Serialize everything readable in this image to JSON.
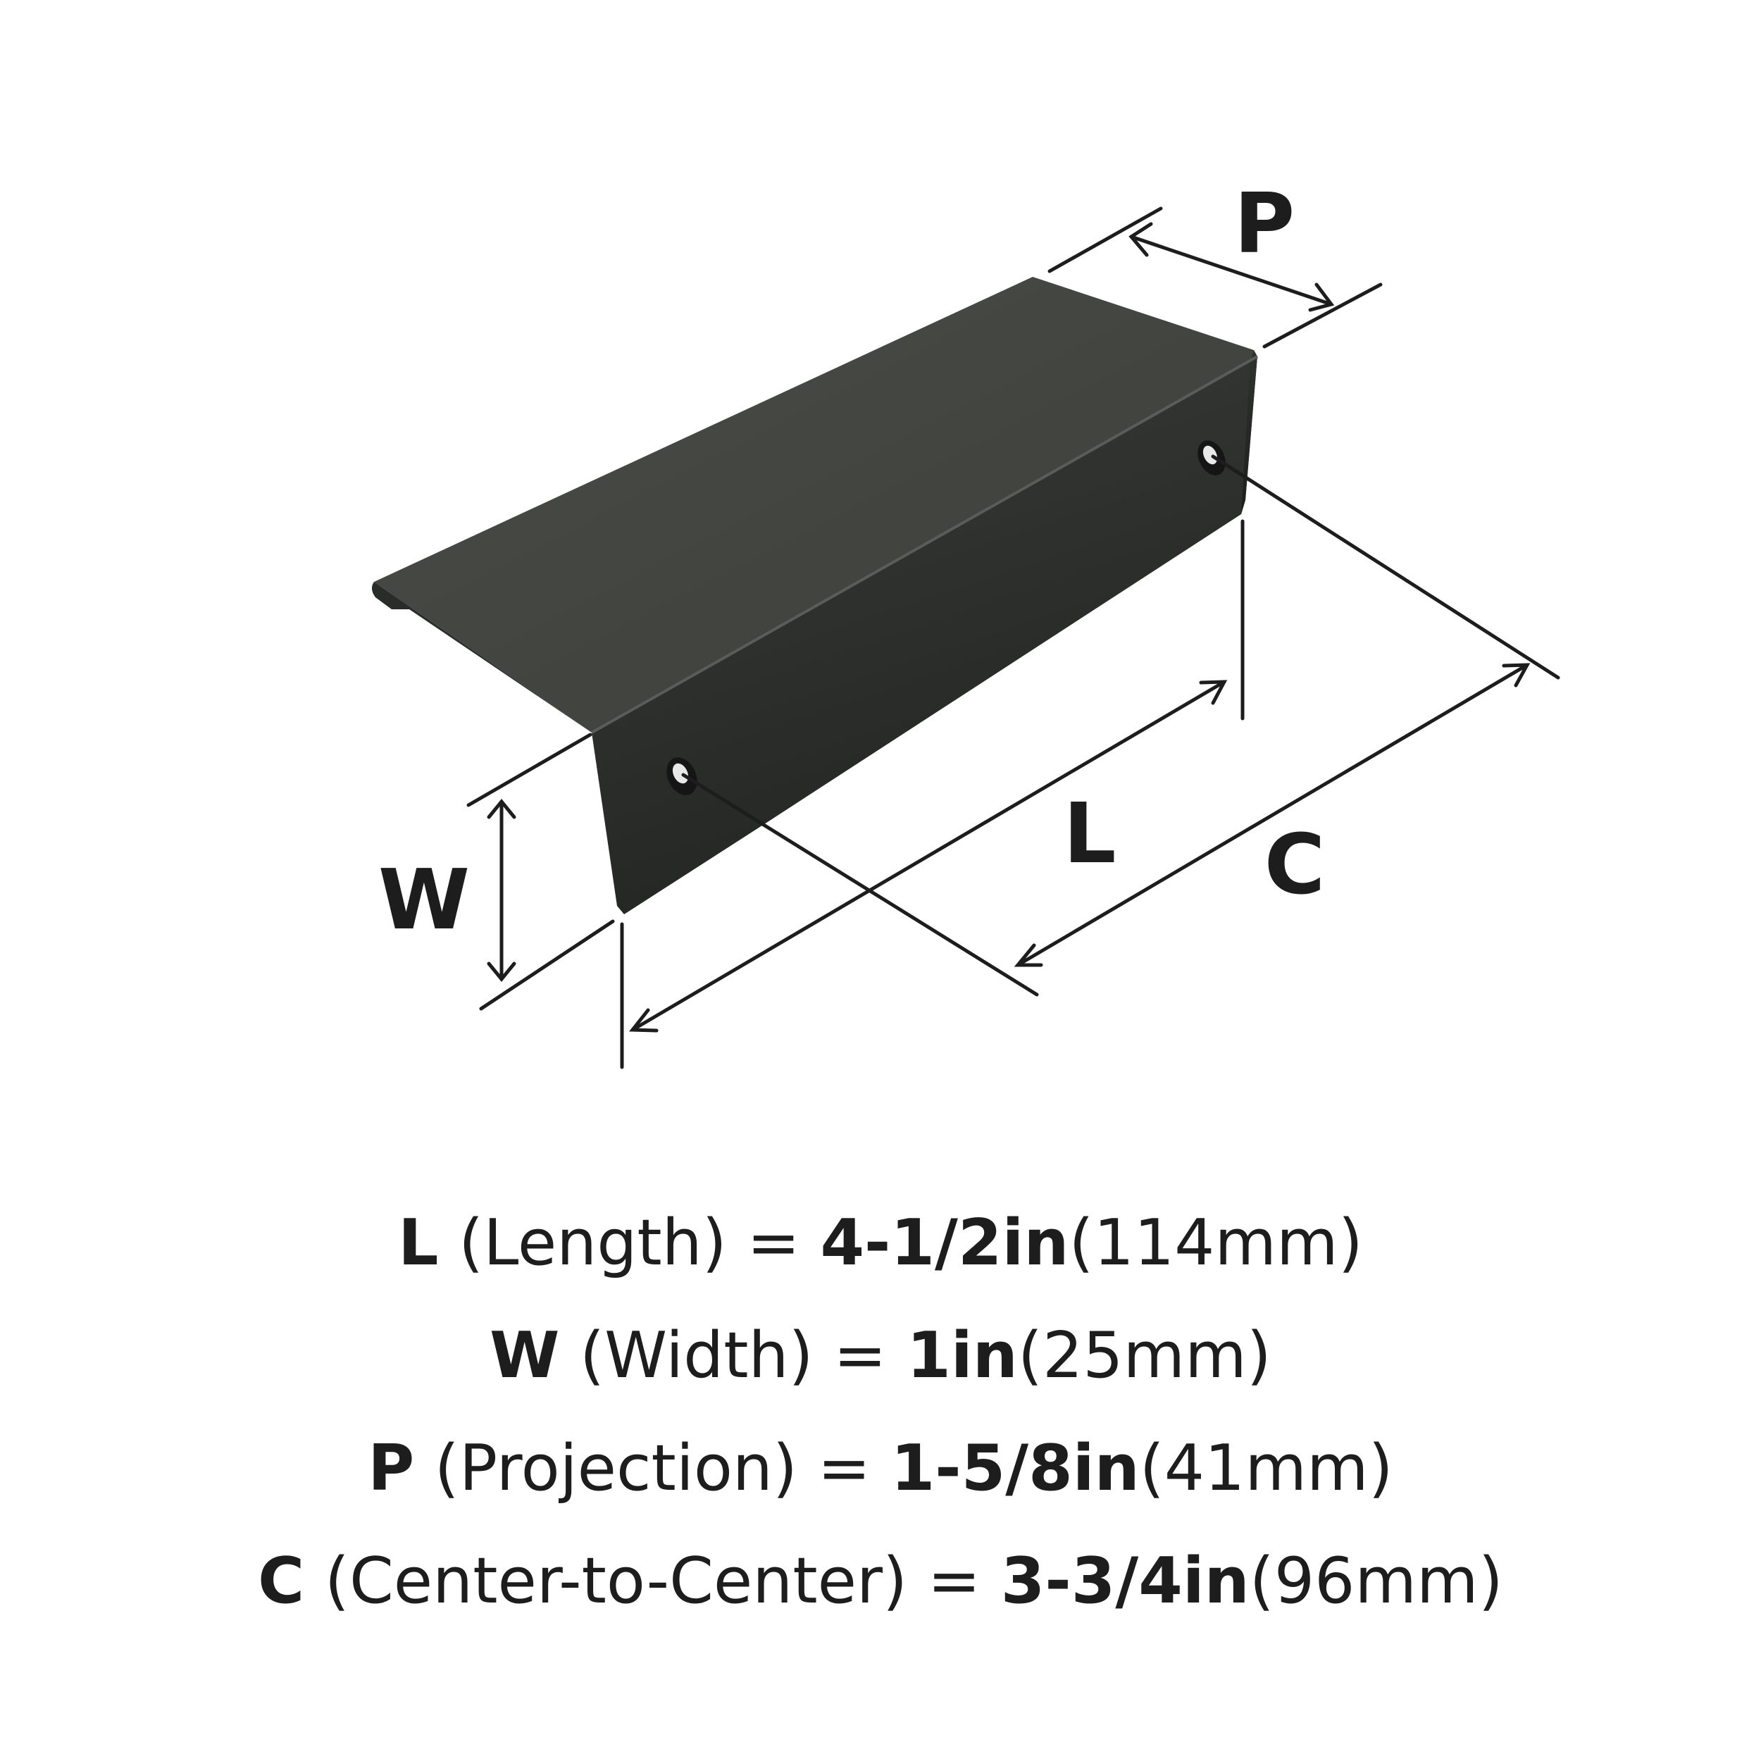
{
  "diagram": {
    "product_color": "#2f312e",
    "line_color": "#1d1d1d",
    "labels": {
      "p": "P",
      "l": "L",
      "c": "C",
      "w": "W"
    }
  },
  "specs": [
    {
      "key": "L",
      "name": "(Length) =",
      "value": "4-1/2in",
      "metric": "(114mm)"
    },
    {
      "key": "W",
      "name": "(Width) =",
      "value": "1in",
      "metric": "(25mm)"
    },
    {
      "key": "P",
      "name": "(Projection) =",
      "value": "1-5/8in",
      "metric": "(41mm)"
    },
    {
      "key": "C",
      "name": "(Center-to-Center) =",
      "value": "3-3/4in",
      "metric": "(96mm)"
    }
  ]
}
